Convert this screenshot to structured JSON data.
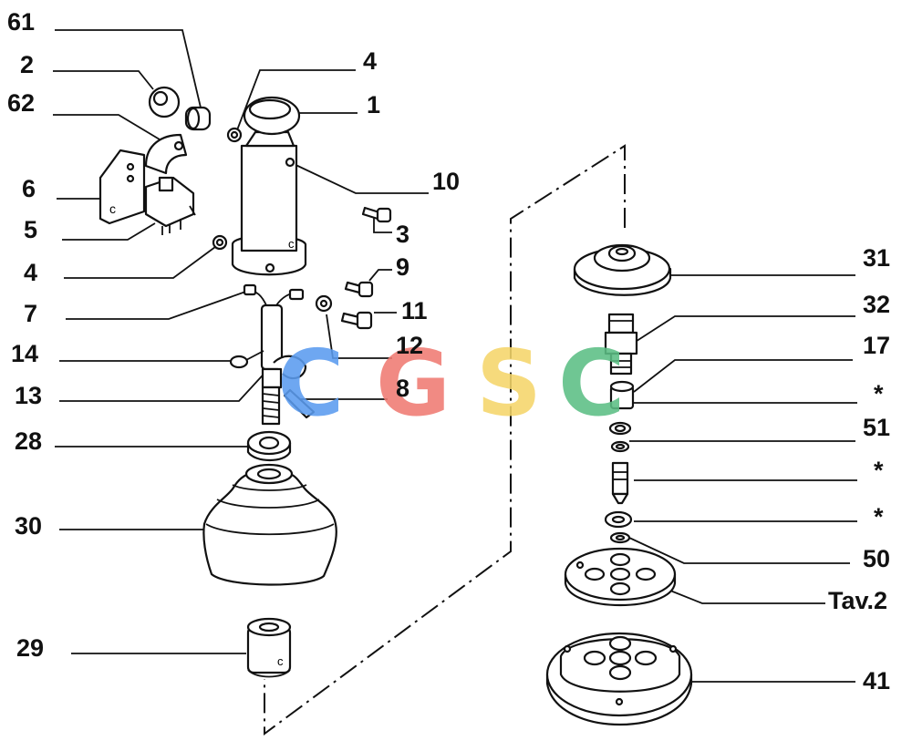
{
  "callouts": {
    "c61": "61",
    "c2": "2",
    "c62": "62",
    "c6": "6",
    "c5": "5",
    "c4a": "4",
    "c7": "7",
    "c14": "14",
    "c13": "13",
    "c28": "28",
    "c30": "30",
    "c29": "29",
    "c4b": "4",
    "c1": "1",
    "c10": "10",
    "c3": "3",
    "c9": "9",
    "c11": "11",
    "c12": "12",
    "c8": "8",
    "c31": "31",
    "c32": "32",
    "c17": "17",
    "cs1": "*",
    "c51": "51",
    "cs2": "*",
    "cs3": "*",
    "c50": "50",
    "ctav": "Tav.2",
    "c41": "41"
  },
  "watermark": {
    "letters": [
      "C",
      "G",
      "S",
      "C"
    ],
    "colors": [
      "#5b9cf0",
      "#f07b72",
      "#f5d66a",
      "#5cbf85"
    ]
  },
  "part_marking": "c"
}
